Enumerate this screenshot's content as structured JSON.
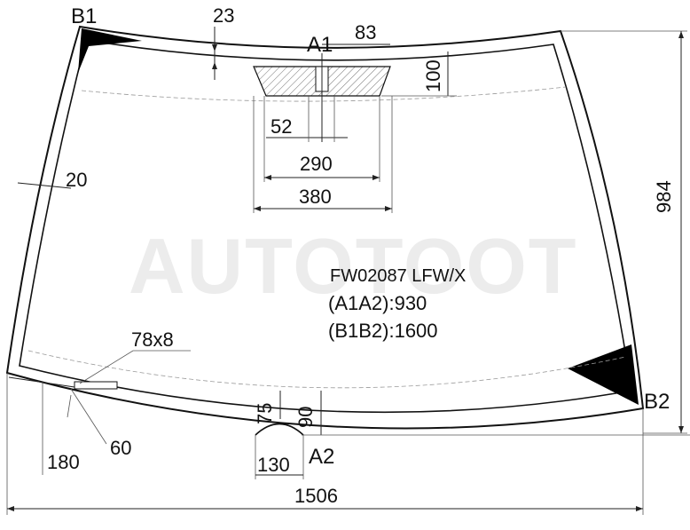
{
  "model": {
    "code": "FW02087 LFW/X",
    "a1a2": "(A1A2):930",
    "b1b2": "(B1B2):1600"
  },
  "watermark": "AUTOTOOT",
  "points": {
    "b1": "B1",
    "b2": "B2",
    "a1": "A1",
    "a2": "A2"
  },
  "dims": {
    "d23": "23",
    "d83": "83",
    "d100": "100",
    "d52": "52",
    "d290": "290",
    "d380": "380",
    "d20": "20",
    "d984": "984",
    "d78x8": "78x8",
    "d75": "75",
    "d90": "90",
    "d180": "180",
    "d60": "60",
    "d130": "130",
    "d1506": "1506"
  }
}
